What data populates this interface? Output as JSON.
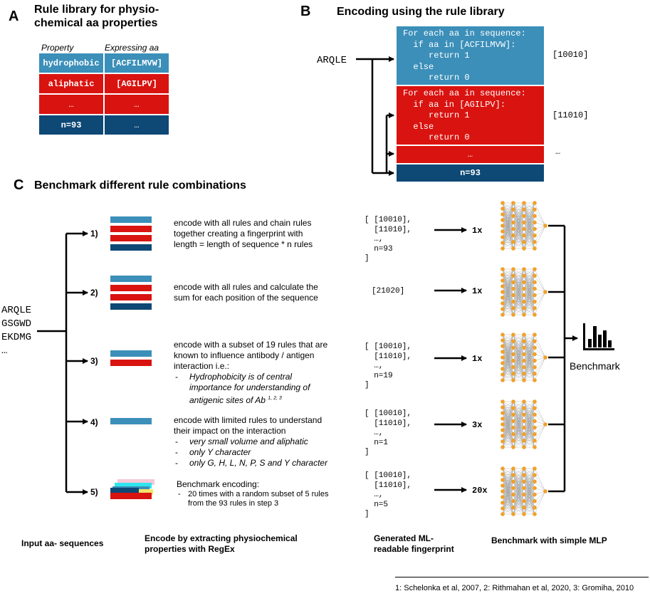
{
  "colors": {
    "blue": "#3b8fb9",
    "red": "#d9130f",
    "navy": "#0e4875",
    "pink": "#f4c7d6",
    "cyan": "#2fe6ee",
    "yellow": "#f3e46a",
    "neuron": "#f0a12a"
  },
  "panel_a": {
    "letter": "A",
    "title_line1": "Rule library for physio-",
    "title_line2": "chemical aa properties",
    "col_property": "Property",
    "col_expressing": "Expressing aa",
    "rows": [
      {
        "property": "hydrophobic",
        "aa": "[ACFILMVW]"
      },
      {
        "property": "aliphatic",
        "aa": "[AGILPV]"
      },
      {
        "property": "…",
        "aa": "…"
      },
      {
        "property": "n=93",
        "aa": "…"
      }
    ]
  },
  "panel_b": {
    "letter": "B",
    "title": "Encoding using the rule library",
    "input": "ARQLE",
    "box1_code": "For each aa in sequence:\n  if aa in [ACFILMVW]:\n     return 1\n  else\n     return 0",
    "box2_code": "For each aa in sequence:\n  if aa in [AGILPV]:\n     return 1\n  else\n     return 0",
    "box3": "…",
    "box4": "n=93",
    "out1": "[10010]",
    "out2": "[11010]",
    "out3": "…"
  },
  "panel_c": {
    "letter": "C",
    "title": "Benchmark different rule combinations",
    "input_seqs": [
      "ARQLE",
      "GSGWD",
      "EKDMG",
      "…"
    ],
    "steps": [
      {
        "label": "1)",
        "desc": [
          "encode with all rules and chain rules",
          "together creating a fingerprint with",
          "length = length of sequence * n rules"
        ],
        "fp": "[ [10010],\n  [11010],\n  …,\n  n=93\n]",
        "mult": "1x"
      },
      {
        "label": "2)",
        "desc": [
          "encode with all rules and calculate the",
          "sum for each position of the sequence"
        ],
        "fp": "[21020]",
        "mult": "1x"
      },
      {
        "label": "3)",
        "desc": [
          "encode with a subset of 19 rules that are",
          "known to influence antibody / antigen",
          "interaction i.e.:"
        ],
        "bullets": [
          "Hydrophobicity is of central",
          "importance for understanding of",
          "antigenic sites of Ab"
        ],
        "sup": "1, 2, 3",
        "fp": "[ [10010],\n  [11010],\n  …,\n  n=19\n]",
        "mult": "1x"
      },
      {
        "label": "4)",
        "desc": [
          "encode with limited rules to understand",
          "their impact on the interaction"
        ],
        "bullets": [
          "very small volume and aliphatic",
          "only Y character",
          "only G, H, L, N, P, S and Y character"
        ],
        "fp": "[ [10010],\n  [11010],\n  …,\n  n=1\n]",
        "mult": "3x"
      },
      {
        "label": "5)",
        "desc": [
          "Benchmark encoding:"
        ],
        "bullets": [
          "20 times with a random subset of 5 rules",
          "from the 93 rules in step 3"
        ],
        "fp": "[ [10010],\n  [11010],\n  …,\n  n=5\n]",
        "mult": "20x"
      }
    ],
    "benchmark": "Benchmark",
    "footers": {
      "input": "Input aa- sequences",
      "encode_line1": "Encode by extracting physiochemical",
      "encode_line2": "properties with RegEx",
      "fp_line1": "Generated ML-",
      "fp_line2": "readable fingerprint",
      "mlp": "Benchmark with simple MLP"
    }
  },
  "references": "1: Schelonka et al, 2007, 2: Rithmahan et al, 2020, 3: Gromiha, 2010"
}
